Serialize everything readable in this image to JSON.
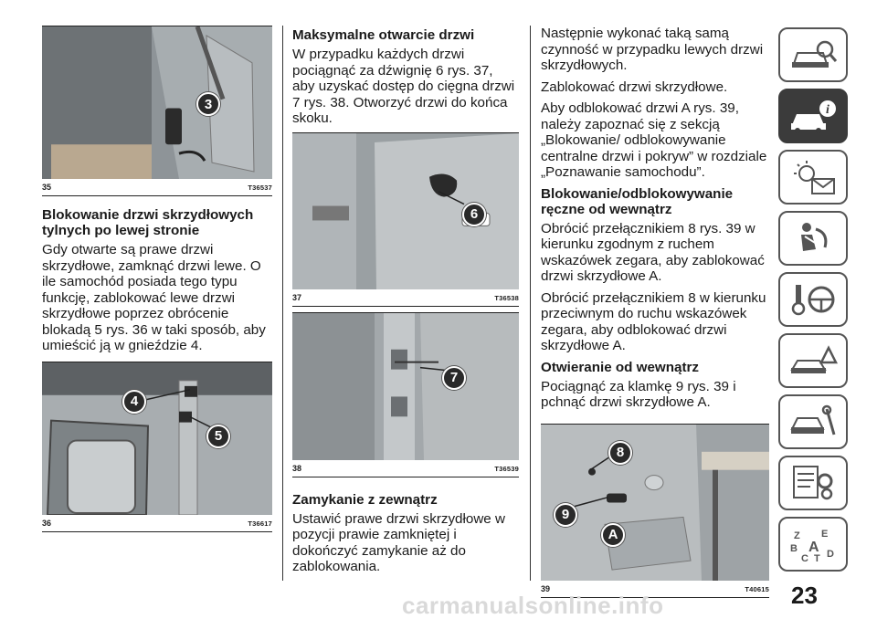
{
  "page_number": "23",
  "watermark": "carmanualsonline.info",
  "figures": {
    "f35": {
      "number": "35",
      "code": "T36537",
      "callouts": [
        "3"
      ]
    },
    "f36": {
      "number": "36",
      "code": "T36617",
      "callouts": [
        "4",
        "5"
      ]
    },
    "f37": {
      "number": "37",
      "code": "T36538",
      "callouts": [
        "6"
      ]
    },
    "f38": {
      "number": "38",
      "code": "T36539",
      "callouts": [
        "7"
      ]
    },
    "f39": {
      "number": "39",
      "code": "T40615",
      "callouts": [
        "8",
        "9",
        "A"
      ]
    }
  },
  "col1": {
    "heading": "Blokowanie drzwi skrzydłowych tylnych po lewej stronie",
    "para": "Gdy otwarte są prawe drzwi skrzydłowe, zamknąć drzwi lewe. O ile samochód posiada tego typu funkcję, zablokować lewe drzwi skrzydłowe poprzez obrócenie blokadą 5 rys. 36 w taki sposób, aby umieścić ją w gnieździe 4."
  },
  "col2": {
    "heading1": "Maksymalne otwarcie drzwi",
    "para1": "W przypadku każdych drzwi pociągnąć za dźwignię 6 rys. 37, aby uzyskać dostęp do cięgna drzwi 7 rys. 38. Otworzyć drzwi do końca skoku.",
    "heading2": "Zamykanie z zewnątrz",
    "para2": "Ustawić prawe drzwi skrzydłowe w pozycji prawie zamkniętej i dokończyć zamykanie aż do zablokowania."
  },
  "col3": {
    "para1": "Następnie wykonać taką samą czynność w przypadku lewych drzwi skrzydłowych.",
    "para2": "Zablokować drzwi skrzydłowe.",
    "para3": "Aby odblokować drzwi A rys. 39, należy zapoznać się z sekcją „Blokowanie/ odblokowywanie centralne drzwi i pokryw” w rozdziale „Poznawanie samochodu”.",
    "heading1": "Blokowanie/odblokowywanie ręczne od wewnątrz",
    "para4": "Obrócić przełącznikiem 8 rys. 39 w kierunku zgodnym z ruchem wskazówek zegara, aby zablokować drzwi skrzydłowe A.",
    "para5": "Obrócić przełącznikiem 8 w kierunku przeciwnym do ruchu wskazówek zegara, aby odblokować drzwi skrzydłowe A.",
    "heading2": "Otwieranie od wewnątrz",
    "para6": "Pociągnąć za klamkę 9 rys. 39 i pchnąć drzwi skrzydłowe A."
  },
  "sidebar": {
    "tabs": [
      {
        "icon": "car-search-icon",
        "active": false
      },
      {
        "icon": "car-info-icon",
        "active": true
      },
      {
        "icon": "warning-light-message-icon",
        "active": false
      },
      {
        "icon": "airbag-seat-icon",
        "active": false
      },
      {
        "icon": "key-steering-wheel-icon",
        "active": false
      },
      {
        "icon": "warning-triangle-car-icon",
        "active": false
      },
      {
        "icon": "car-wrench-icon",
        "active": false
      },
      {
        "icon": "spec-list-gear-icon",
        "active": false
      },
      {
        "icon": "alphabetical-index-icon",
        "active": false
      }
    ],
    "index_letters": [
      "Z",
      "E",
      "B",
      "A",
      "C",
      "T",
      "D"
    ]
  }
}
